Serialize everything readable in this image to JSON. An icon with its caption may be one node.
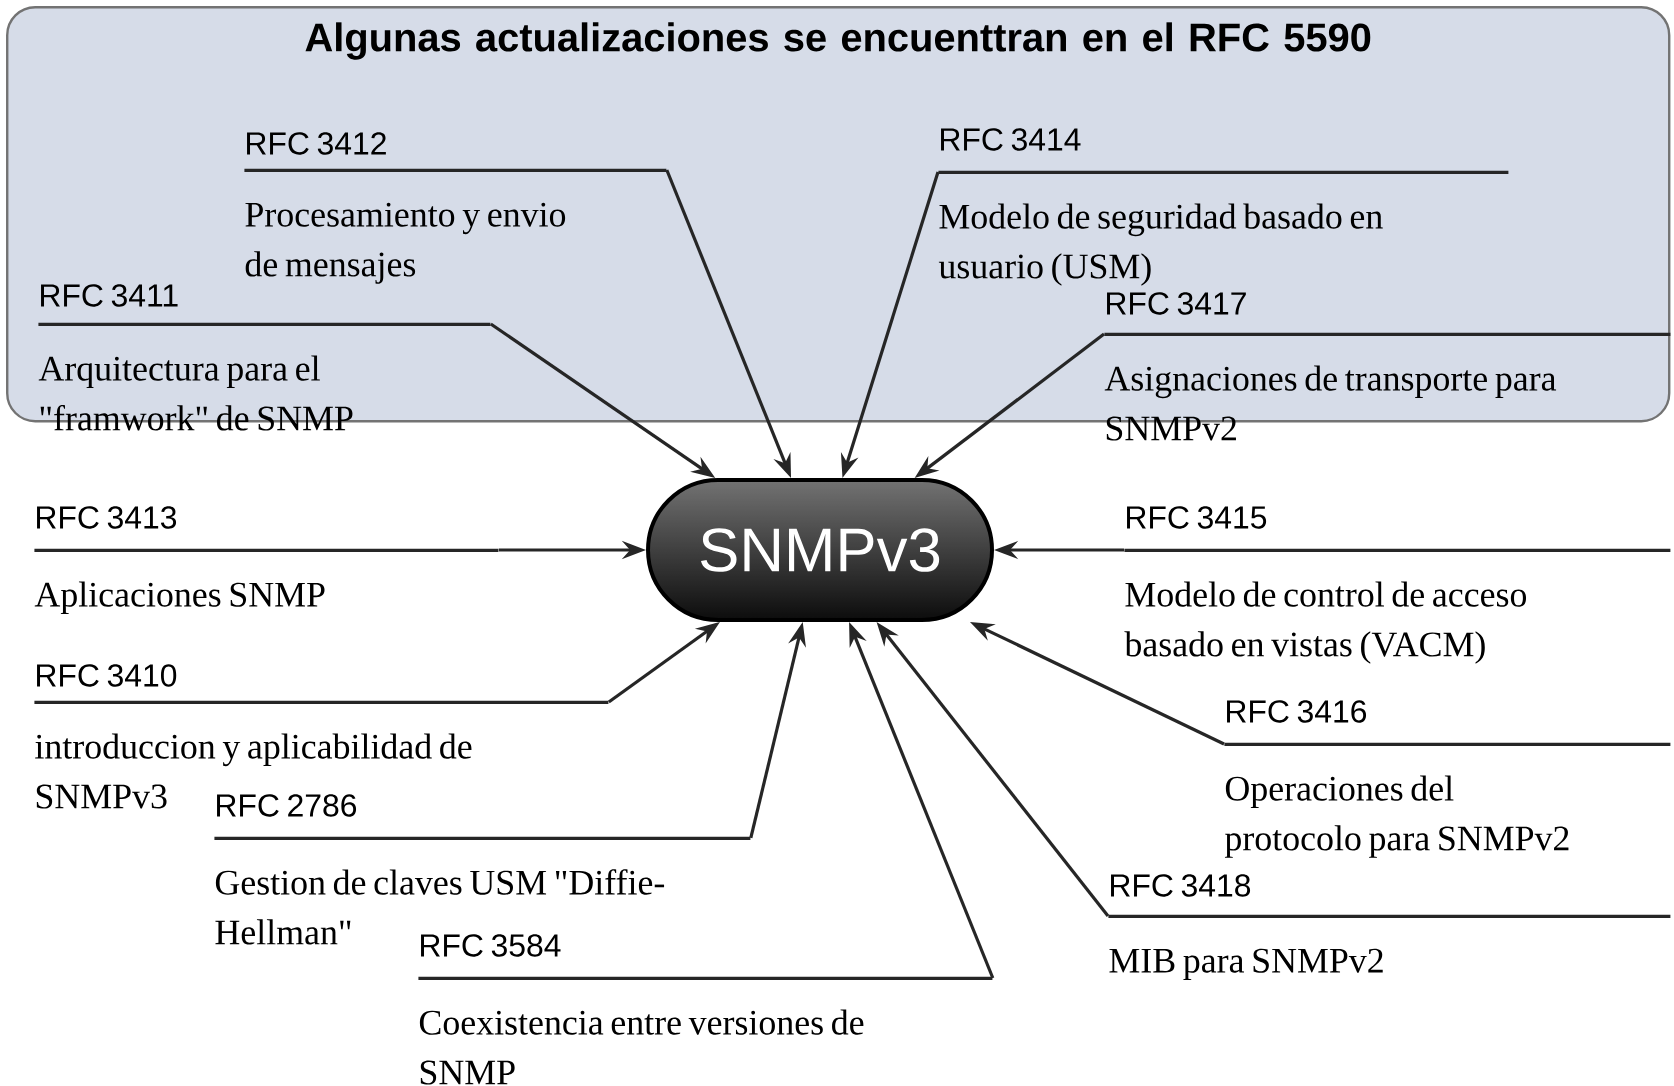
{
  "diagram": {
    "nodes": [
      {
        "text": [
          "Algunas actualizaciones se encuenttran en el RFC 5590"
        ]
      },
      {
        "text": [
          "RFC 3412",
          "Procesamiento y envio de mensajes"
        ],
        "in": 0
      },
      {
        "text": [
          "RFC 3414",
          "Modelo de seguridad basado en usuario (USM)"
        ],
        "in": 0
      },
      {
        "text": [
          "RFC 3411",
          "Arquitectura para el \"framwork\" de SNMP"
        ],
        "in": 0
      },
      {
        "text": [
          "RFC 3417",
          "Asignaciones de transporte para SNMPv2"
        ],
        "in": 0
      },
      {
        "text": [
          "SNMPv3"
        ]
      },
      {
        "text": [
          "RFC 3413",
          "Aplicaciones SNMP"
        ]
      },
      {
        "text": [
          "RFC 3415",
          "Modelo de control de acceso basado en vistas (VACM)"
        ]
      },
      {
        "text": [
          "RFC 3410",
          "introduccion y aplicabilidad de SNMPv3"
        ]
      },
      {
        "text": [
          "RFC 3416",
          "Operaciones del protocolo para SNMPv2"
        ]
      },
      {
        "text": [
          "RFC 2786",
          "Gestion de claves USM \"Diffie-Hellman\""
        ]
      },
      {
        "text": [
          "RFC 3418",
          "MIB para SNMPv2"
        ]
      },
      {
        "text": [
          "RFC 3584",
          "Coexistencia entre versiones de SNMP"
        ]
      }
    ],
    "edges": [
      {
        "from": 1,
        "to": 5,
        "arrow": "to"
      },
      {
        "from": 2,
        "to": 5,
        "arrow": "to"
      },
      {
        "from": 3,
        "to": 5,
        "arrow": "to"
      },
      {
        "from": 4,
        "to": 5,
        "arrow": "to"
      },
      {
        "from": 6,
        "to": 5,
        "arrow": "to"
      },
      {
        "from": 7,
        "to": 5,
        "arrow": "to"
      },
      {
        "from": 8,
        "to": 5,
        "arrow": "to"
      },
      {
        "from": 9,
        "to": 5,
        "arrow": "to"
      },
      {
        "from": 10,
        "to": 5,
        "arrow": "to"
      },
      {
        "from": 11,
        "to": 5,
        "arrow": "to"
      },
      {
        "from": 12,
        "to": 5,
        "arrow": "to"
      }
    ]
  }
}
